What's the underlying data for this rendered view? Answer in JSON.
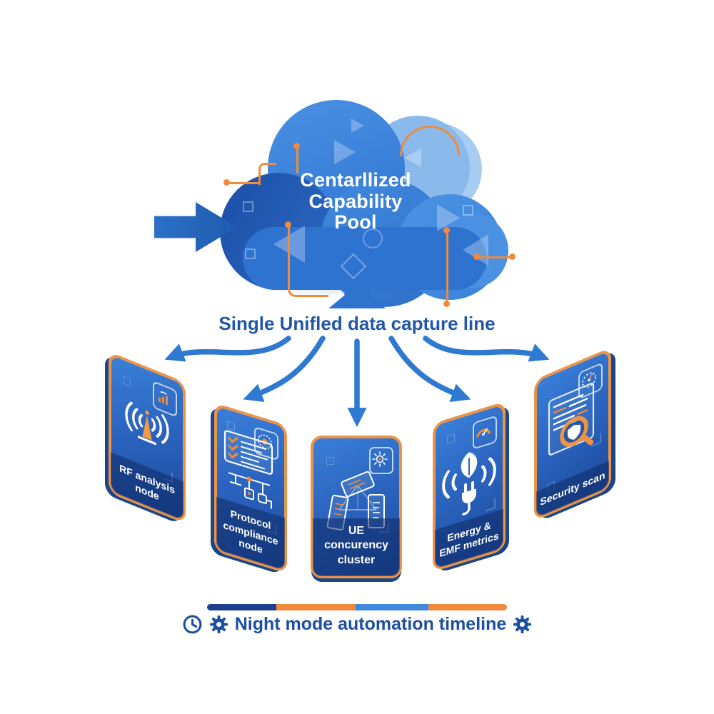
{
  "colors": {
    "primary_blue": "#2e77d0",
    "arrow_blue": "#2e7ad2",
    "dark_blue": "#1d4fa0",
    "navy": "#1d3f8f",
    "light_blue": "#3f8ade",
    "accent_orange": "#ef8b3c",
    "card_border_orange": "#eb9448",
    "text_white": "#ffffff"
  },
  "cloud": {
    "title_lines": [
      "Centarllized",
      "Capability",
      "Pool"
    ]
  },
  "inflow_arrow": {
    "icon": "right-arrow-icon"
  },
  "capture_line": {
    "label": "Single Unifled data capture line"
  },
  "nodes": [
    {
      "label": "RF analysis node",
      "icon": "antenna-icon",
      "badge": "signal-badge-icon"
    },
    {
      "label": "Protocol compliance node",
      "icon": "checklist-network-icon",
      "badge": "dial-badge-icon"
    },
    {
      "label": "UE concurency cluster",
      "icon": "phone-cluster-icon",
      "badge": "sun-badge-icon"
    },
    {
      "label": "Energy & EMF metrics",
      "icon": "leaf-plug-icon",
      "badge": "gauge-badge-icon"
    },
    {
      "label": "Security scan",
      "icon": "magnifier-shield-icon",
      "badge": "meter-badge-icon"
    }
  ],
  "timeline": {
    "label": "Night mode automation timeline",
    "icons": [
      "clock-icon",
      "gear-icon",
      "gear-icon"
    ],
    "segments": [
      {
        "color": "#1d3f8f",
        "pct": 23.0
      },
      {
        "color": "#f08a3c",
        "pct": 26.5
      },
      {
        "color": "#3f8ade",
        "pct": 24.3
      },
      {
        "color": "#f08a3c",
        "pct": 26.2
      }
    ]
  }
}
